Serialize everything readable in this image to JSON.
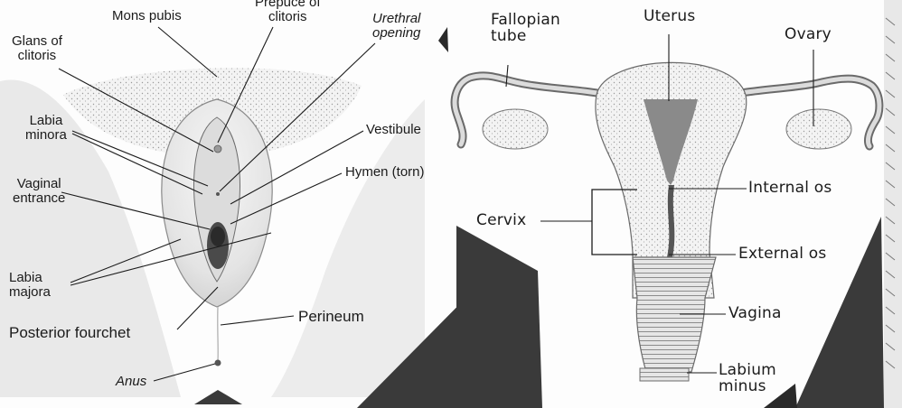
{
  "left_figure": {
    "labels": {
      "mons_pubis": "Mons pubis",
      "prepuce_line1": "Prepuce of",
      "prepuce_line2": "clitoris",
      "urethral_line1": "Urethral",
      "urethral_line2": "opening",
      "glans_line1": "Glans of",
      "glans_line2": "clitoris",
      "labia_minora_line1": "Labia",
      "labia_minora_line2": "minora",
      "vestibule": "Vestibule",
      "hymen": "Hymen (torn)",
      "vaginal_line1": "Vaginal",
      "vaginal_line2": "entrance",
      "labia_majora_line1": "Labia",
      "labia_majora_line2": "majora",
      "posterior_fourchet": "Posterior fourchet",
      "perineum": "Perineum",
      "anus": "Anus"
    }
  },
  "right_figure": {
    "labels": {
      "fallopian_line1": "Fallopian",
      "fallopian_line2": "tube",
      "uterus": "Uterus",
      "ovary": "Ovary",
      "internal_os": "Internal os",
      "cervix": "Cervix",
      "external_os": "External os",
      "vagina": "Vagina",
      "labium_line1": "Labium",
      "labium_line2": "minus"
    }
  },
  "colors": {
    "ink": "#1b1b1b",
    "shadow": "#3a3a3a",
    "tissue": "#d9d9d9"
  }
}
